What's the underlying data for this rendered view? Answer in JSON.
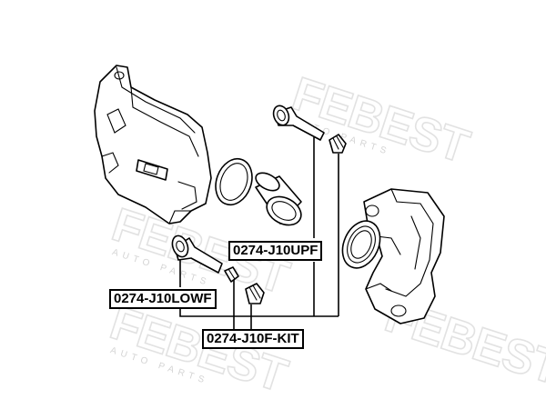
{
  "watermark": {
    "brand": "FEBEST",
    "tagline": "AUTO PARTS"
  },
  "labels": {
    "upper_pin": "0274-J10UPF",
    "lower_pin": "0274-J10LOWF",
    "kit": "0274-J10F-KIT"
  }
}
